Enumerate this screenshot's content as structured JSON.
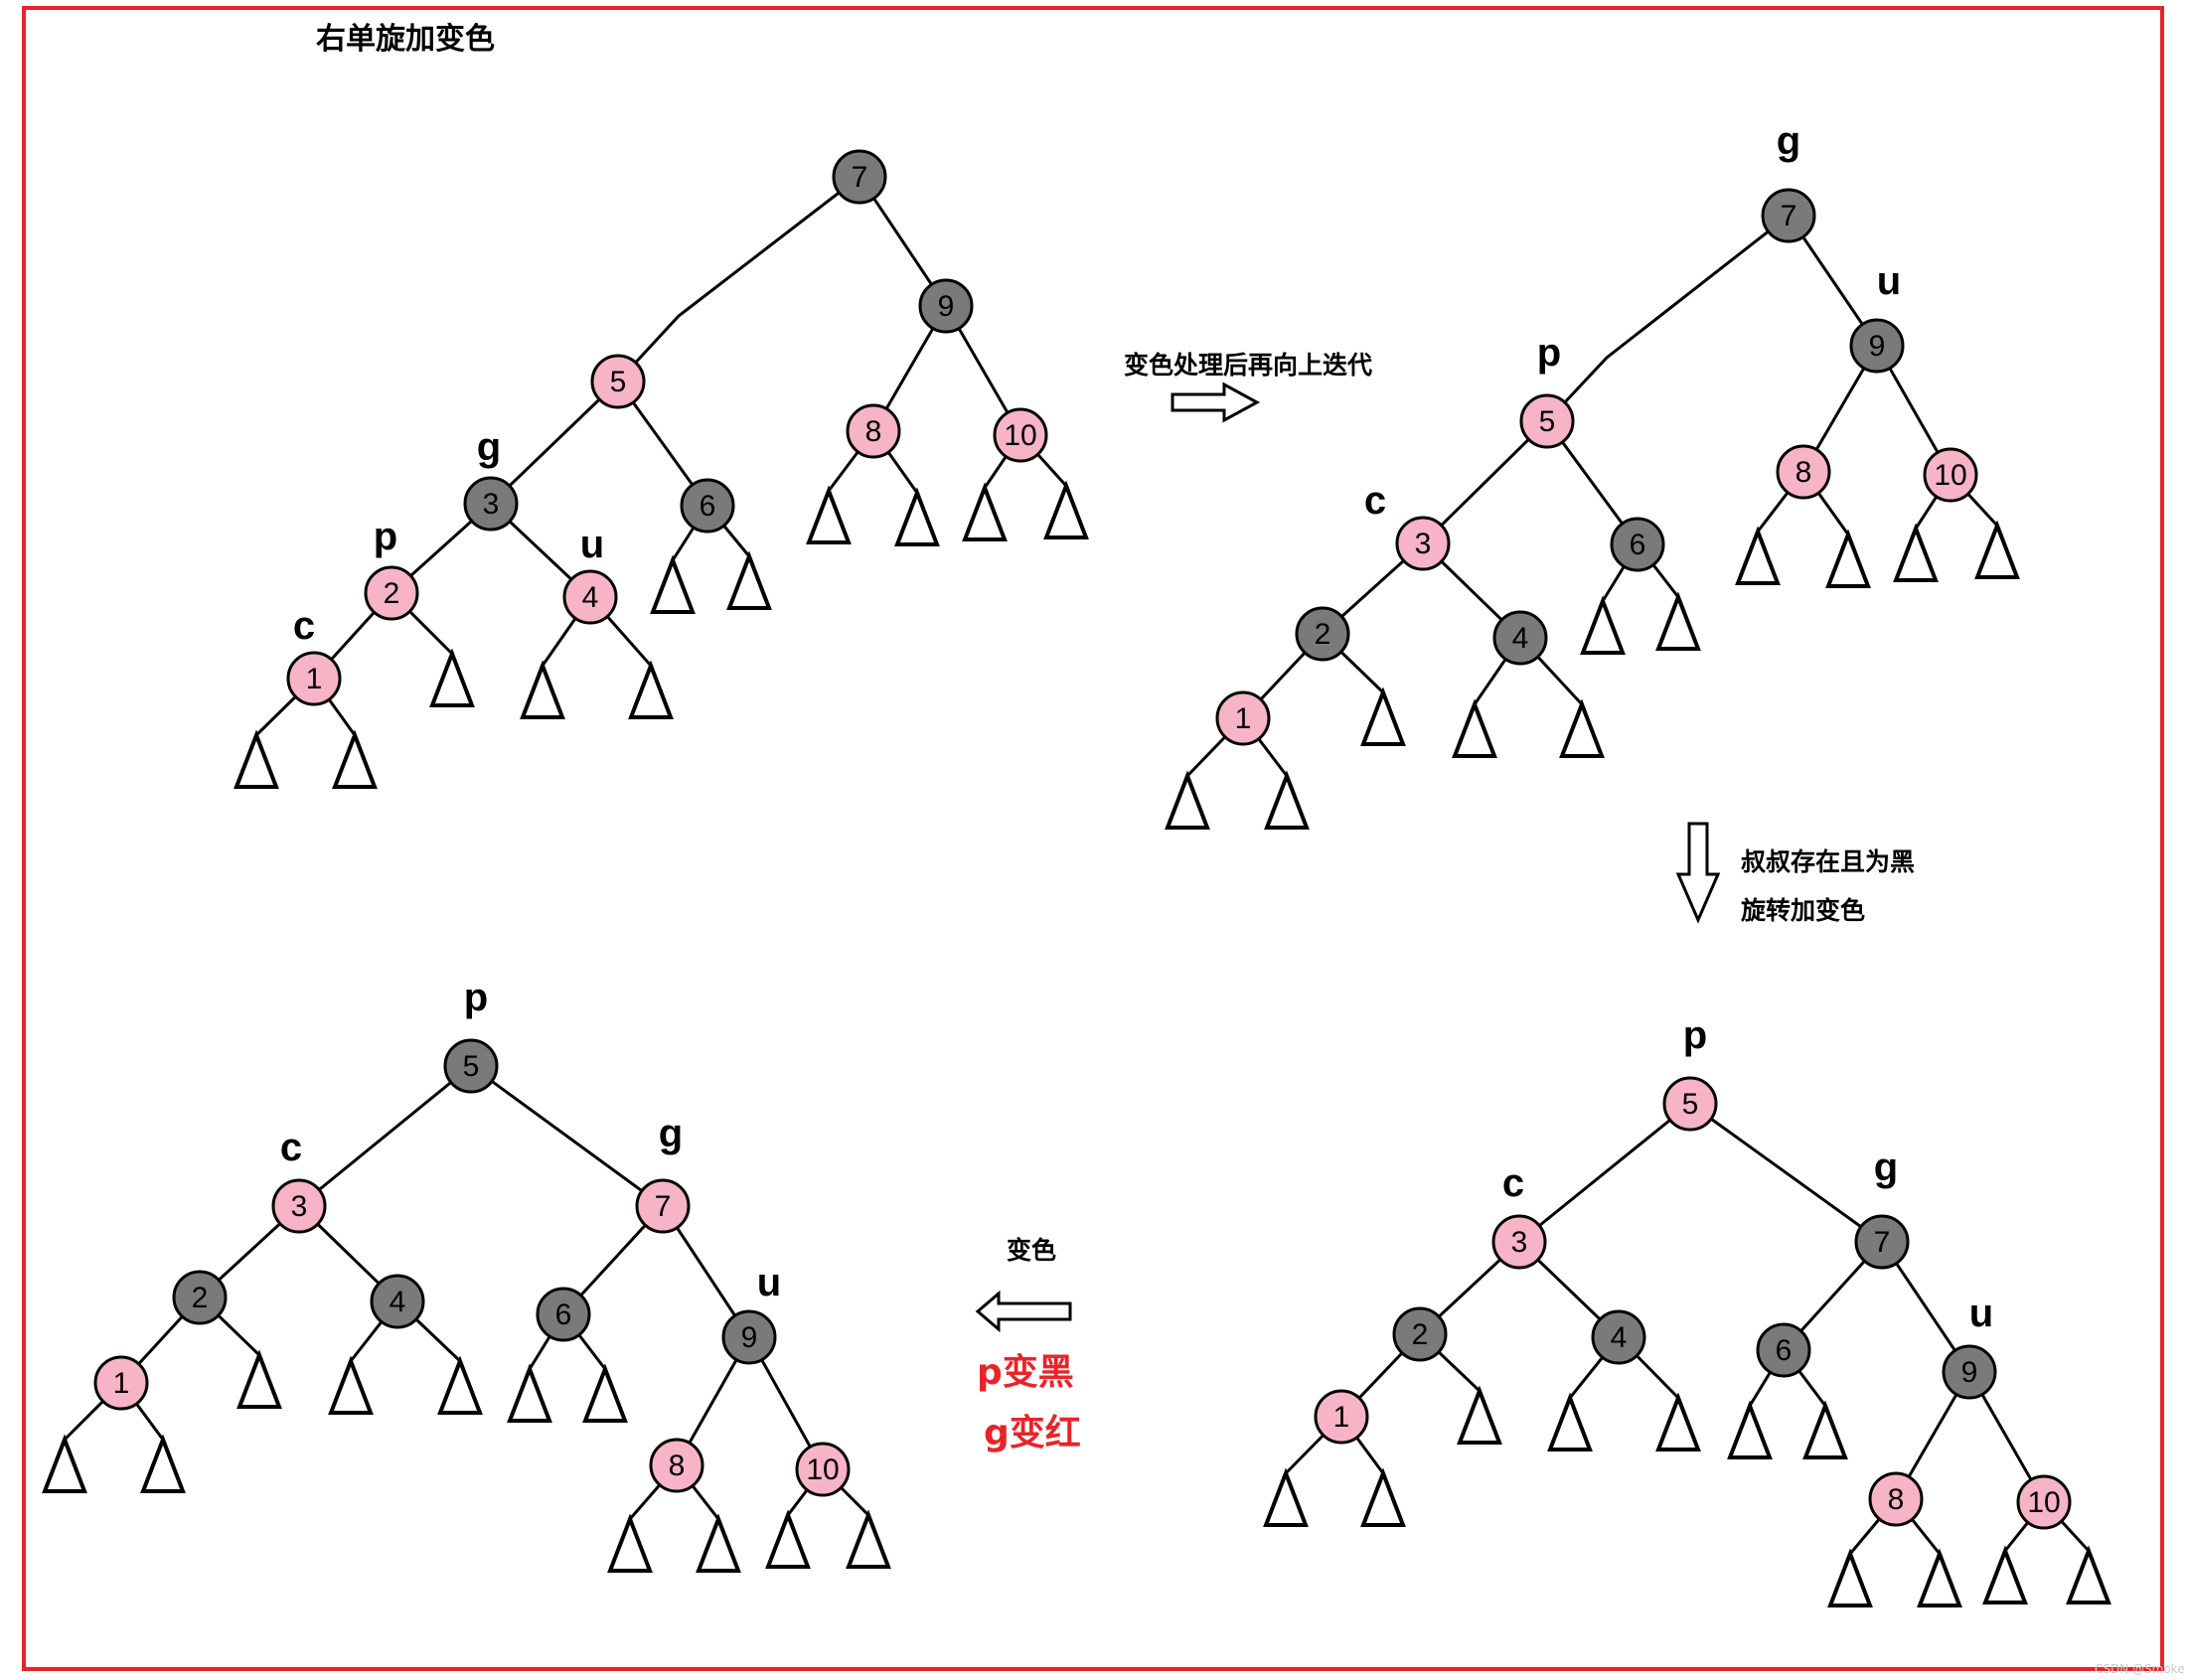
{
  "title": "右单旋加变色",
  "step_labels": {
    "recolor_iterate": "变色处理后再向上迭代",
    "uncle_black_line1": "叔叔存在且为黑",
    "uncle_black_line2": "旋转加变色",
    "recolor": "变色",
    "p_black": "p变黑",
    "g_red": "g变红"
  },
  "colors": {
    "red_node": "#f6b4c6",
    "black_node": "#7a7a7a",
    "frame": "#e8242a",
    "edge": "#000000"
  },
  "trees": [
    {
      "name": "initial",
      "nodes": [
        {
          "key": "7",
          "color": "black",
          "role": ""
        },
        {
          "key": "5",
          "color": "red",
          "role": ""
        },
        {
          "key": "9",
          "color": "black",
          "role": ""
        },
        {
          "key": "3",
          "color": "black",
          "role": "g"
        },
        {
          "key": "6",
          "color": "black",
          "role": ""
        },
        {
          "key": "8",
          "color": "red",
          "role": ""
        },
        {
          "key": "10",
          "color": "red",
          "role": ""
        },
        {
          "key": "2",
          "color": "red",
          "role": "p"
        },
        {
          "key": "4",
          "color": "red",
          "role": "u"
        },
        {
          "key": "1",
          "color": "red",
          "role": "c"
        }
      ]
    },
    {
      "name": "after-recolor",
      "nodes": [
        {
          "key": "7",
          "color": "black",
          "role": "g"
        },
        {
          "key": "5",
          "color": "red",
          "role": "p"
        },
        {
          "key": "9",
          "color": "black",
          "role": "u"
        },
        {
          "key": "3",
          "color": "red",
          "role": "c"
        },
        {
          "key": "6",
          "color": "black",
          "role": ""
        },
        {
          "key": "8",
          "color": "red",
          "role": ""
        },
        {
          "key": "10",
          "color": "red",
          "role": ""
        },
        {
          "key": "2",
          "color": "black",
          "role": ""
        },
        {
          "key": "4",
          "color": "black",
          "role": ""
        },
        {
          "key": "1",
          "color": "red",
          "role": ""
        }
      ]
    },
    {
      "name": "after-rotate",
      "nodes": [
        {
          "key": "5",
          "color": "red",
          "role": "p"
        },
        {
          "key": "3",
          "color": "red",
          "role": "c"
        },
        {
          "key": "7",
          "color": "black",
          "role": "g"
        },
        {
          "key": "2",
          "color": "black",
          "role": ""
        },
        {
          "key": "4",
          "color": "black",
          "role": ""
        },
        {
          "key": "6",
          "color": "black",
          "role": ""
        },
        {
          "key": "9",
          "color": "black",
          "role": "u"
        },
        {
          "key": "1",
          "color": "red",
          "role": ""
        },
        {
          "key": "8",
          "color": "red",
          "role": ""
        },
        {
          "key": "10",
          "color": "red",
          "role": ""
        }
      ]
    },
    {
      "name": "final",
      "nodes": [
        {
          "key": "5",
          "color": "black",
          "role": "p"
        },
        {
          "key": "3",
          "color": "red",
          "role": "c"
        },
        {
          "key": "7",
          "color": "red",
          "role": "g"
        },
        {
          "key": "2",
          "color": "black",
          "role": ""
        },
        {
          "key": "4",
          "color": "black",
          "role": ""
        },
        {
          "key": "6",
          "color": "black",
          "role": ""
        },
        {
          "key": "9",
          "color": "black",
          "role": "u"
        },
        {
          "key": "1",
          "color": "red",
          "role": ""
        },
        {
          "key": "8",
          "color": "red",
          "role": ""
        },
        {
          "key": "10",
          "color": "red",
          "role": ""
        }
      ]
    }
  ],
  "watermark": "CSDN @Smoke"
}
